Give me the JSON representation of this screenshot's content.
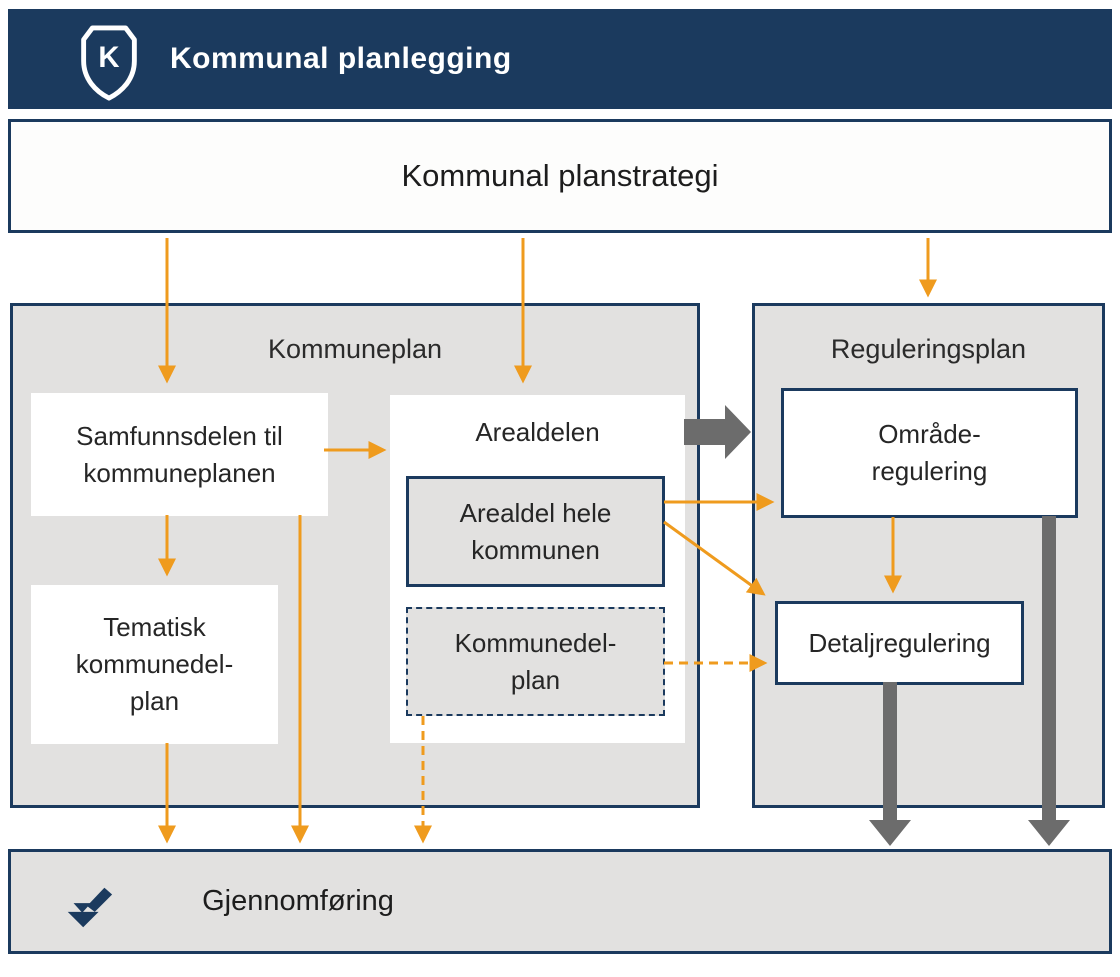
{
  "header": {
    "title": "Kommunal planlegging",
    "logo_icon": "shield-k-icon",
    "logo_letter": "K"
  },
  "planstrategi": {
    "label": "Kommunal planstrategi"
  },
  "kommuneplan": {
    "title": "Kommuneplan",
    "samfunnsdel": {
      "label": "Samfunnsdelen til\nkommuneplanen"
    },
    "arealdelen": {
      "label": "Arealdelen"
    },
    "arealdel_hele": {
      "label": "Arealdel hele\nkommunen"
    },
    "kommunedelplan": {
      "label": "Kommunedel-\nplan"
    },
    "tematisk": {
      "label": "Tematisk\nkommunedel-\nplan"
    }
  },
  "reguleringsplan": {
    "title": "Reguleringsplan",
    "omraaderegulering": {
      "label": "Område-\nregulering"
    },
    "detaljregulering": {
      "label": "Detaljregulering"
    }
  },
  "gjennomforing": {
    "label": "Gjennomføring",
    "icon": "pen-check-icon"
  },
  "colors": {
    "navy": "#1B3A5E",
    "orange": "#EF9B1E",
    "panel_gray": "#E2E1E0",
    "arrow_gray": "#6C6C6C",
    "text": "#2B2B2B",
    "white": "#FFFFFF"
  }
}
